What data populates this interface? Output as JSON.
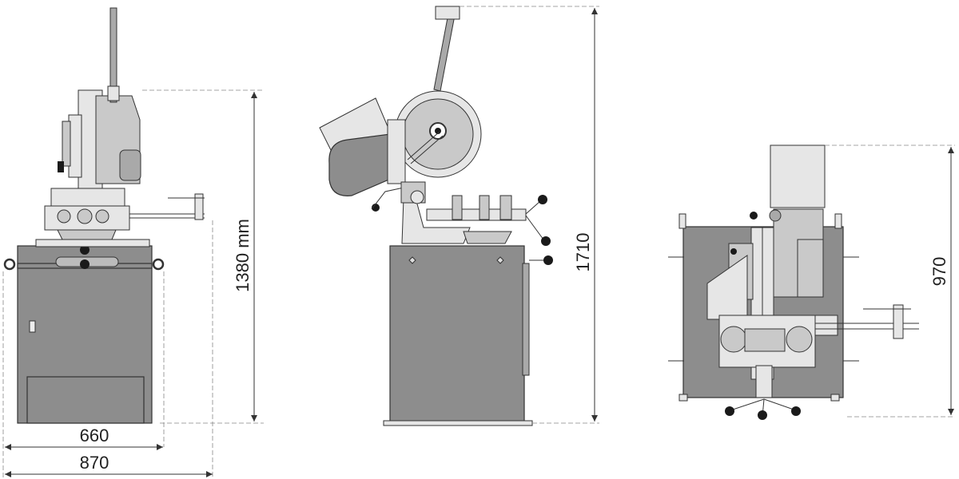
{
  "dimensions": {
    "front_height": "1380 mm",
    "side_height": "1710",
    "top_depth": "970",
    "front_width_inner": "660",
    "front_width_outer": "870"
  },
  "colors": {
    "machine_body": "#8d8d8d",
    "parts": "#c9c9c9",
    "knobs": "#1a1a1a",
    "dimension_lines": "#333333"
  }
}
